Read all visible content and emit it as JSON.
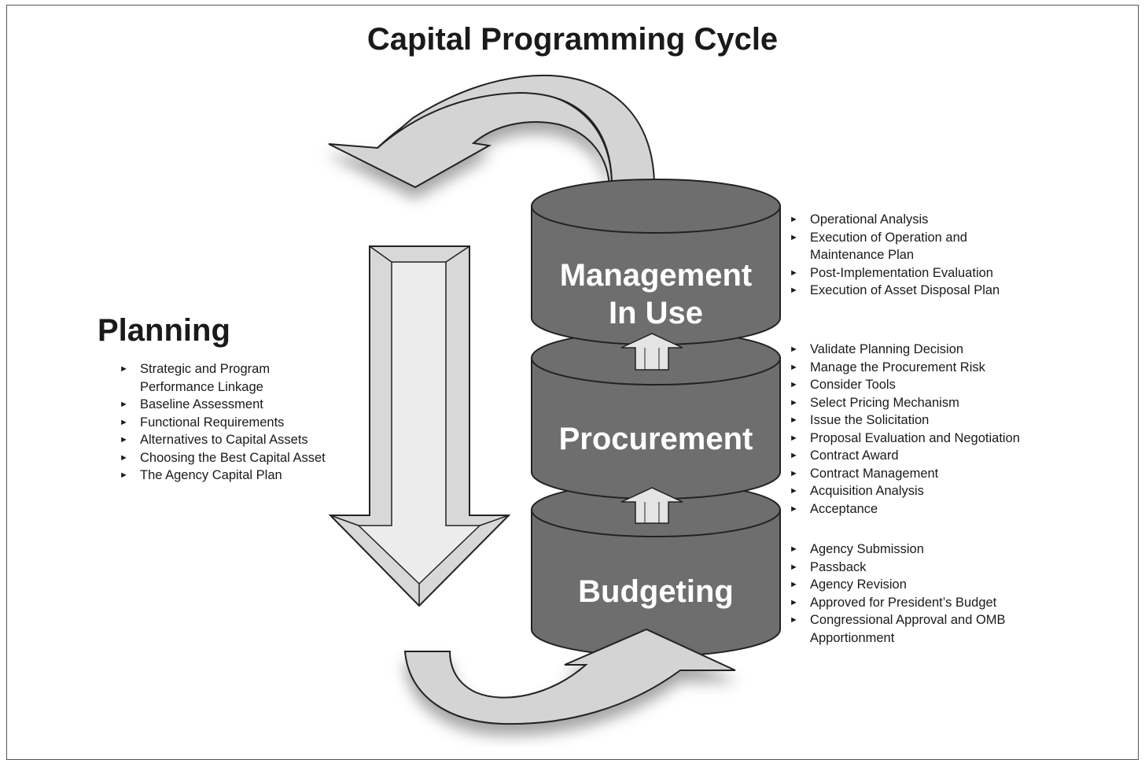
{
  "title": "Capital Programming Cycle",
  "planning": {
    "heading": "Planning",
    "items": [
      "Strategic and Program Performance Linkage",
      "Baseline Assessment",
      "Functional Requirements",
      "Alternatives to Capital Assets",
      "Choosing the Best Capital Asset",
      "The Agency Capital Plan"
    ]
  },
  "stages": {
    "management": {
      "label_line1": "Management",
      "label_line2": "In Use",
      "items": [
        "Operational Analysis",
        "Execution of Operation and Maintenance Plan",
        "Post-Implementation Evaluation",
        "Execution of Asset Disposal Plan"
      ]
    },
    "procurement": {
      "label": "Procurement",
      "items": [
        "Validate Planning Decision",
        "Manage the Procurement Risk",
        "Consider Tools",
        "Select Pricing Mechanism",
        "Issue the Solicitation",
        "Proposal Evaluation and Negotiation",
        "Contract Award",
        "Contract Management",
        "Acquisition Analysis",
        "Acceptance"
      ]
    },
    "budgeting": {
      "label": "Budgeting",
      "items": [
        "Agency Submission",
        "Passback",
        "Agency Revision",
        "Approved for President’s Budget",
        "Congressional Approval and OMB Apportionment"
      ]
    }
  },
  "colors": {
    "cylinder_fill": "#6e6e6e",
    "arrow_fill": "#d4d4d4",
    "text": "#1a1a1a",
    "label_text": "#ffffff"
  }
}
